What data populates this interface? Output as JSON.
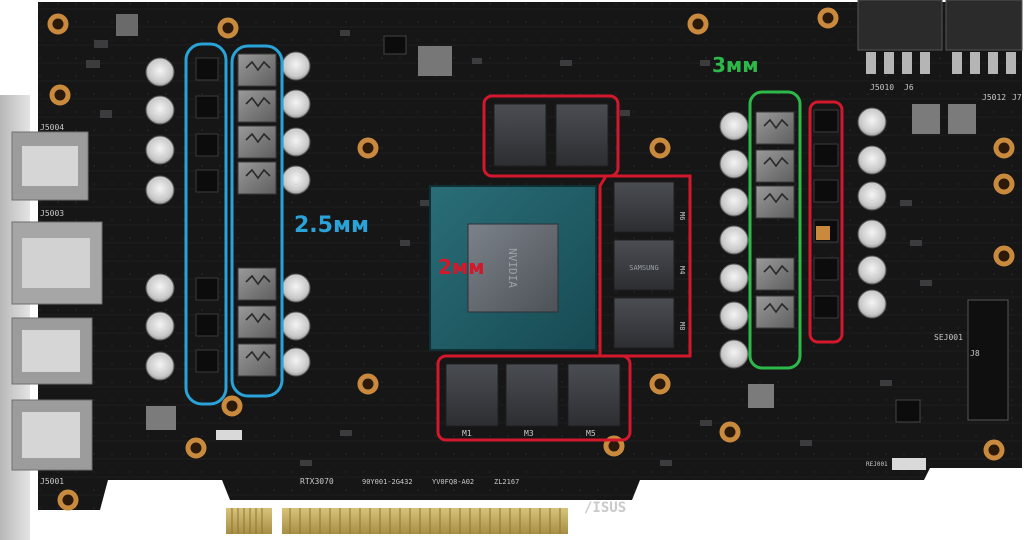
{
  "annotations": {
    "thermal_pad_vrm_left": "2.5мм",
    "thermal_pad_core_memory": "2мм",
    "thermal_pad_vrm_right": "3мм"
  },
  "annotation_colors": {
    "blue": "#2aa3d8",
    "red": "#d2182a",
    "green": "#2db84a"
  },
  "board_silkscreen": {
    "connector_labels": [
      "J5004",
      "J5003",
      "J5001"
    ],
    "power_connector_labels": [
      "J5010",
      "J6",
      "J5012",
      "J7"
    ],
    "right_labels": [
      "SEJ001",
      "J8",
      "REJ001"
    ],
    "memory_labels": [
      "M1",
      "M3",
      "M5"
    ],
    "memory_labels_side": [
      "M6",
      "M4",
      "M8"
    ],
    "model_line": "RTX3070",
    "part_line": "90Y001-2G432",
    "code_line": "YV0FQ8-A02",
    "date_line": "ZL2167",
    "brand": "/ISUS"
  },
  "chip_marks": {
    "gpu_brand": "NVIDIA",
    "memory_brand": "SAMSUNG"
  },
  "icons": {
    "inductor_marking": "zigzag-logo"
  }
}
